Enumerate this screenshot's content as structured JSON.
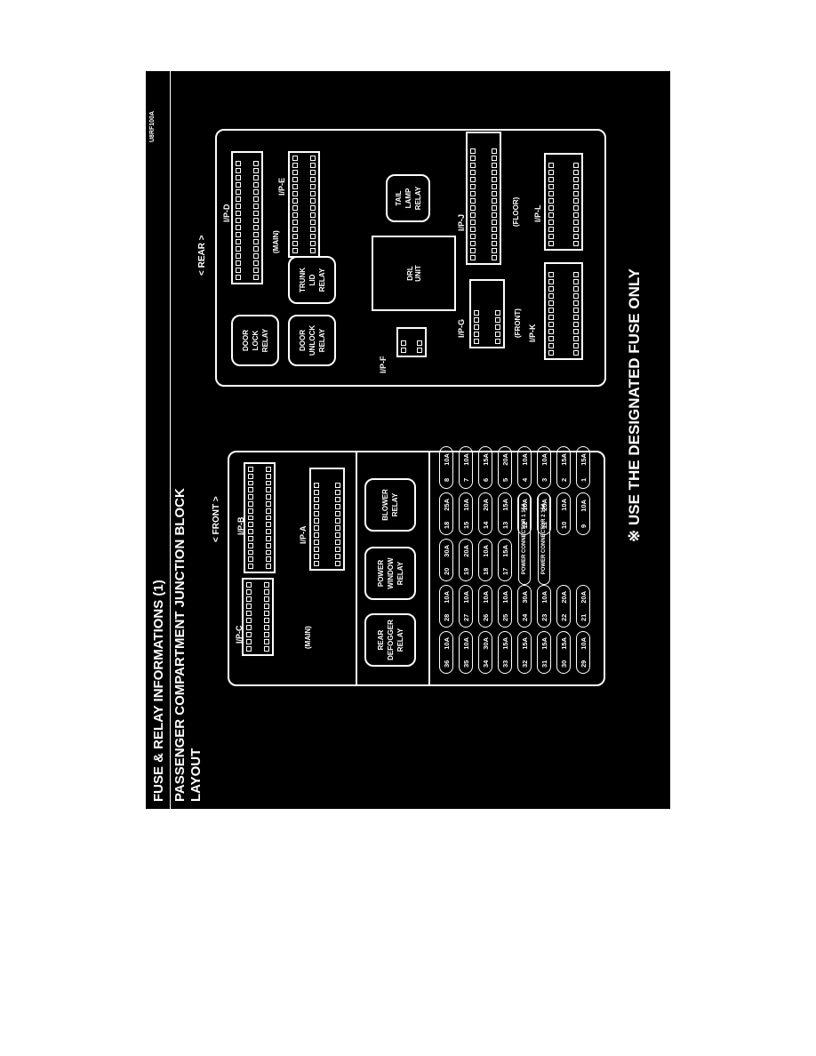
{
  "header": {
    "title": "FUSE & RELAY INFORMATIONS (1)",
    "subtitle": "PASSENGER COMPARTMENT JUNCTION BLOCK",
    "section": "LAYOUT",
    "code": "U8RF100A"
  },
  "front_block": {
    "side_label": "< FRONT >",
    "main_label": "(MAIN)",
    "connectors": {
      "ipc": "I/P-C",
      "ipb": "I/P-B",
      "ipa": "I/P-A"
    },
    "relays": {
      "rear_defogger": "REAR\nDEFOGGER\nRELAY",
      "power_window": "POWER\nWINDOW\nRELAY",
      "blower": "BLOWER\nRELAY"
    },
    "fuse_rows": [
      [
        [
          "36",
          "10A"
        ],
        [
          "28",
          "10A"
        ],
        [
          "20",
          "30A"
        ],
        [
          "18",
          "25A"
        ],
        [
          "8",
          "10A"
        ]
      ],
      [
        [
          "35",
          "10A"
        ],
        [
          "27",
          "10A"
        ],
        [
          "19",
          "20A"
        ],
        [
          "15",
          "10A"
        ],
        [
          "7",
          "10A"
        ]
      ],
      [
        [
          "34",
          "30A"
        ],
        [
          "26",
          "10A"
        ],
        [
          "18",
          "10A"
        ],
        [
          "14",
          "20A"
        ],
        [
          "6",
          "15A"
        ]
      ],
      [
        [
          "33",
          "15A"
        ],
        [
          "25",
          "10A"
        ],
        [
          "17",
          "15A"
        ],
        [
          "13",
          "15A"
        ],
        [
          "5",
          "20A"
        ]
      ],
      [
        [
          "32",
          "15A"
        ],
        [
          "24",
          "30A"
        ],
        [],
        [
          "12",
          "10A"
        ],
        [
          "4",
          "10A"
        ]
      ],
      [
        [
          "31",
          "15A"
        ],
        [
          "23",
          "10A"
        ],
        [],
        [
          "11",
          "25A"
        ],
        [
          "3",
          "10A"
        ]
      ],
      [
        [
          "30",
          "15A"
        ],
        [
          "22",
          "20A"
        ],
        [],
        [
          "10",
          "10A"
        ],
        [
          "2",
          "15A"
        ]
      ],
      [
        [
          "29",
          "10A"
        ],
        [
          "21",
          "20A"
        ],
        [],
        [
          "9",
          "10A"
        ],
        [
          "1",
          "15A"
        ]
      ]
    ],
    "power_connectors": [
      "POWER CONNECTOR 1 15A",
      "POWER CONNECTOR 2 15A"
    ]
  },
  "rear_block": {
    "side_label": "< REAR >",
    "main_label": "(MAIN)",
    "front_label": "(FRONT)",
    "floor_label": "(FLOOR)",
    "connectors": {
      "ipd": "I/P-D",
      "ipe": "I/P-E",
      "ipf": "I/P-F",
      "ipg": "I/P-G",
      "ipj": "I/P-J",
      "ipk": "I/P-K",
      "ipl": "I/P-L"
    },
    "relays": {
      "door_lock": "DOOR\nLOCK\nRELAY",
      "door_unlock": "DOOR\nUNLOCK\nRELAY",
      "trunk_lid": "TRUNK\nLID\nRELAY",
      "tail_lamp": "TAIL\nLAMP\nRELAY"
    },
    "drl": "DRL\nUNIT"
  },
  "footer": {
    "note": "※ USE THE DESIGNATED FUSE ONLY"
  }
}
